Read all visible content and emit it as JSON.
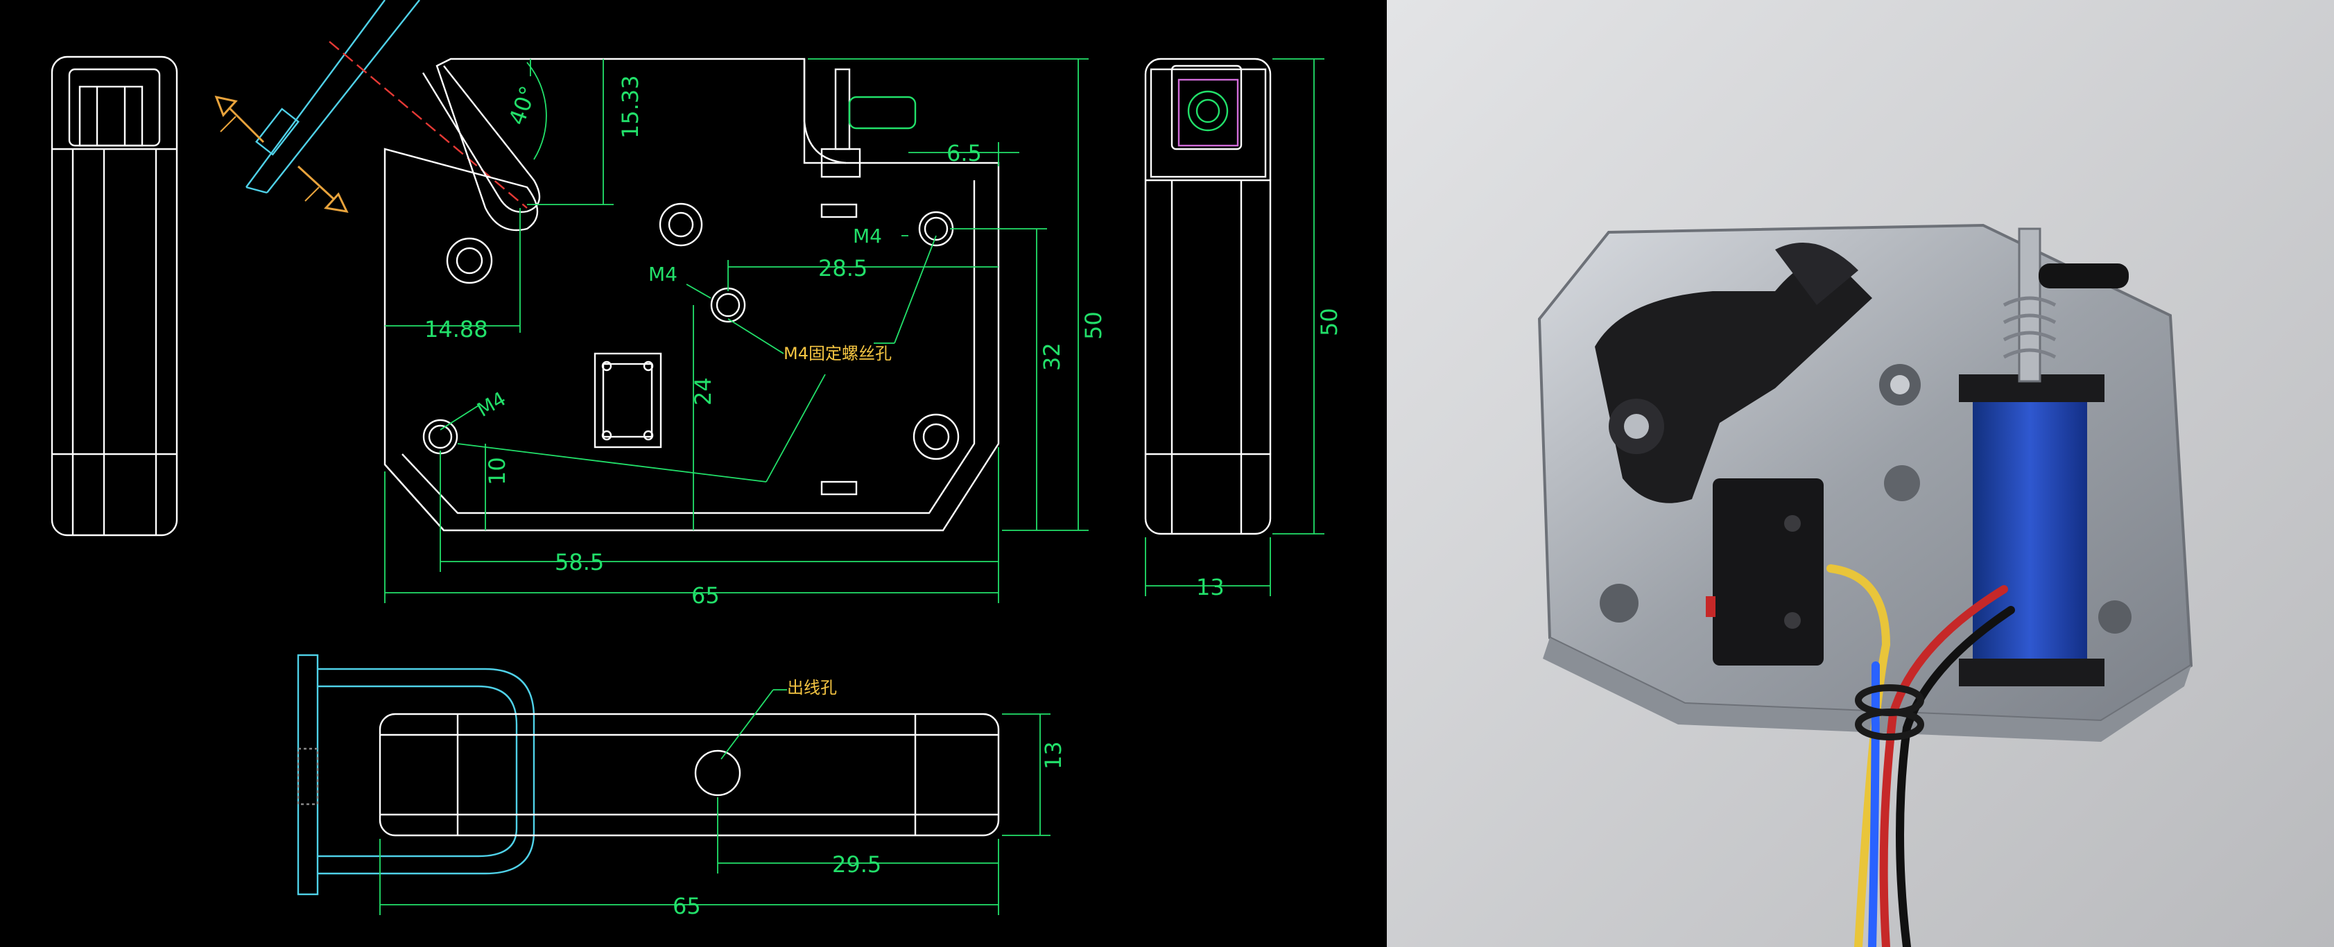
{
  "drawing": {
    "dimensions": {
      "d_40deg": "40°",
      "d_15_33": "15.33",
      "d_6_5": "6.5",
      "d_28_5": "28.5",
      "d_14_88": "14.88",
      "d_24": "24",
      "d_32": "32",
      "d_50_front": "50",
      "d_50_side": "50",
      "d_10": "10",
      "d_58_5": "58.5",
      "d_65_front": "65",
      "d_13_side": "13",
      "d_13_bottom": "13",
      "d_29_5": "29.5",
      "d_65_bottom": "65"
    },
    "labels": {
      "m4_top": "M4",
      "m4_center": "M4",
      "m4_bottom": "M4",
      "mount_note": "M4固定螺丝孔",
      "wire_hole_note": "出线孔"
    },
    "colors": {
      "outline": "#ffffff",
      "dimension": "#22e06a",
      "projection": "#4fd1e8",
      "centerline": "#e53935",
      "arrow": "#e8a33c",
      "note": "#f5c542",
      "pin": "#d06bd8"
    }
  },
  "photo": {
    "subject": "electric-cabinet-lock-photo",
    "colors": {
      "background": "#cfd0d2",
      "plate": "#a9adb3",
      "solenoid": "#1e3fa8",
      "switch": "#1a1a1a",
      "wire_yellow": "#e9c53a",
      "wire_red": "#c62828",
      "wire_blue": "#2962ff",
      "wire_black": "#111111"
    }
  }
}
